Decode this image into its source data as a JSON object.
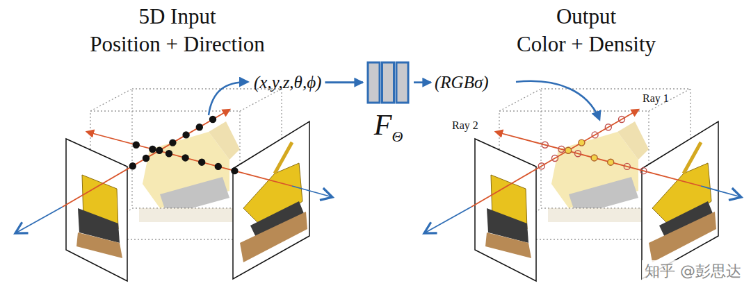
{
  "diagram": {
    "nodes": [
      {
        "text": [
          "(x,y,z,θ,ϕ)"
        ]
      },
      {
        "text": [
          "F",
          "Θ"
        ]
      },
      {
        "text": [
          "(RGBσ)"
        ]
      }
    ],
    "edges": [
      {
        "from": 0,
        "to": 1,
        "arrow": "to"
      },
      {
        "from": 1,
        "to": 2,
        "arrow": "to"
      }
    ],
    "labels": [
      "5D Input",
      "Position + Direction",
      "Output",
      "Color + Density",
      "Ray 1",
      "Ray 2",
      "知乎 @彭思达"
    ]
  }
}
